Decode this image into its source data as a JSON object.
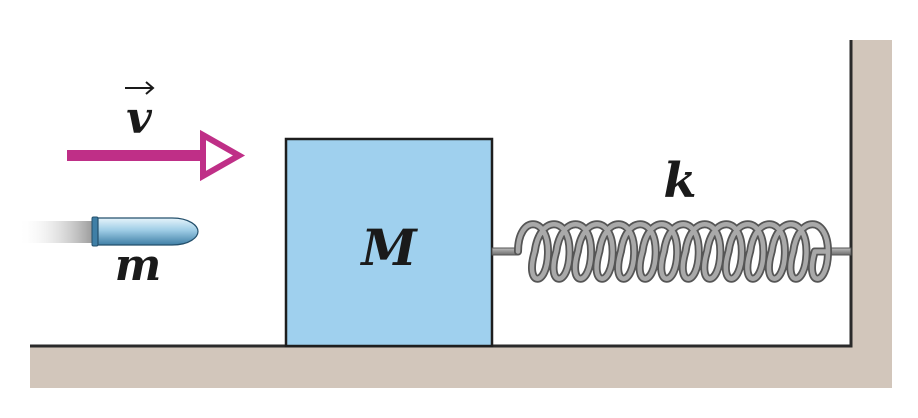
{
  "labels": {
    "velocity": "v",
    "bullet_mass": "m",
    "block_mass": "M",
    "spring_constant": "k"
  },
  "colors": {
    "floor": "#d2c6bb",
    "floor_edge": "#2a2a2a",
    "block_fill": "#9fd0ee",
    "block_edge": "#1e1e1e",
    "arrow": "#bf2f87",
    "spring": "#8a8a8a",
    "bullet": "#7fb6d8"
  },
  "spring": {
    "coils": 14
  }
}
